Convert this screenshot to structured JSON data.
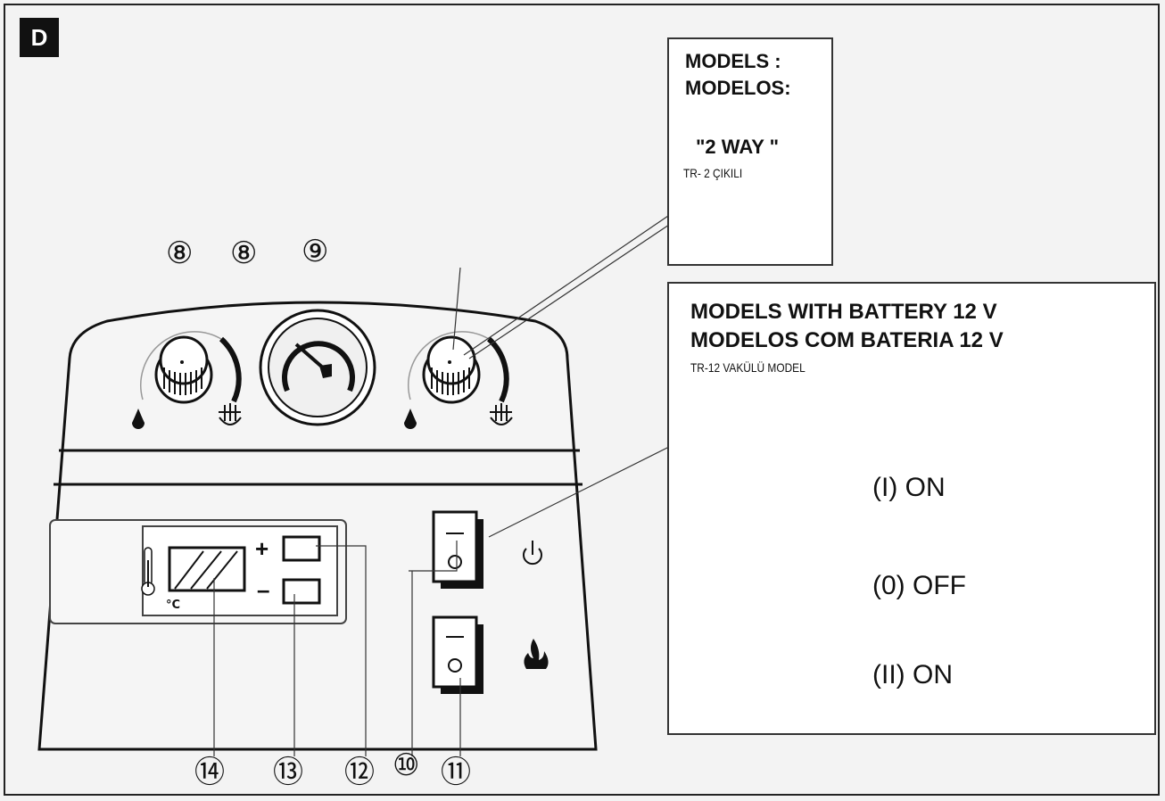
{
  "corner_label": "D",
  "models_box": {
    "line1": "MODELS :",
    "line2": "MODELOS:",
    "line3": "\"2 WAY \"",
    "line4": "TR- 2 ÇIKILI"
  },
  "battery_box": {
    "line1": "MODELS  WITH  BATTERY 12 V",
    "line2": "MODELOS COM BATERIA 12 V",
    "line3": "TR-12 VAKÜLÜ MODEL",
    "legend": [
      {
        "label": "(I)   ON",
        "icon": "plug-icon"
      },
      {
        "label": "(0)  OFF",
        "icon": "power-icon"
      },
      {
        "label": "(II)  ON",
        "icon": "battery-icon"
      }
    ]
  },
  "callouts": {
    "c8a": "⑧",
    "c8b": "⑧",
    "c9": "⑨",
    "c14": "⑭",
    "c13": "⑬",
    "c12": "⑫",
    "c10": "⑩",
    "c11": "⑪"
  },
  "display": {
    "unit": "°C",
    "plus": "+",
    "minus": "–"
  }
}
